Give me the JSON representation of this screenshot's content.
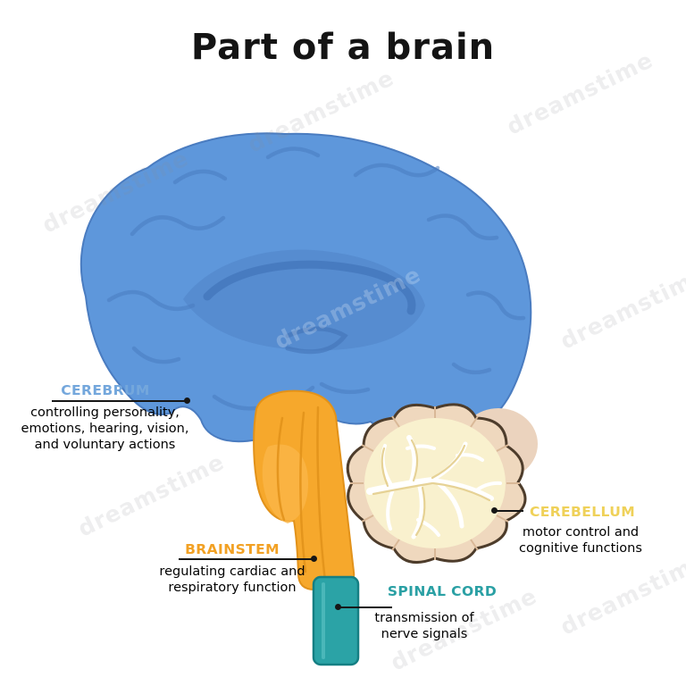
{
  "title": "Part of a brain",
  "watermark": {
    "text": "dreamstime"
  },
  "colors": {
    "cerebrum_fill": "#5E97DB",
    "cerebrum_detail": "#4A7CC0",
    "cerebrum_deep": "#3D6DB2",
    "brainstem_fill": "#F6A82C",
    "brainstem_bulge": "#FBB74A",
    "brainstem_detail": "#E2921A",
    "spinal_cord_fill": "#2BA3A6",
    "spinal_cord_outline": "#157F83",
    "spinal_cord_highlight": "#5FC4C6",
    "cerebellum_shadow": "#EBD3BE",
    "cerebellum_rim": "#EFD8BE",
    "cerebellum_fill": "#F9F1CE",
    "cerebellum_outline": "#4D3C2B",
    "cerebellum_ticks": "#D9B897",
    "branch_white": "#FFFFFF",
    "branch_gold": "#E4CE8C",
    "label_cerebrum": "#74A7DC",
    "label_brainstem": "#F2A124",
    "label_spinal_cord": "#2AA0A4",
    "label_cerebellum": "#EFD159",
    "leader_line": "#161616"
  },
  "labels": {
    "cerebrum": {
      "name": "CEREBRUM",
      "desc": "controlling personality,\nemotions, hearing, vision,\nand voluntary actions"
    },
    "brainstem": {
      "name": "BRAINSTEM",
      "desc": "regulating cardiac and\nrespiratory function"
    },
    "spinal_cord": {
      "name": "SPINAL CORD",
      "desc": "transmission of\nnerve signals"
    },
    "cerebellum": {
      "name": "CEREBELLUM",
      "desc": "motor control and\ncognitive functions"
    }
  }
}
